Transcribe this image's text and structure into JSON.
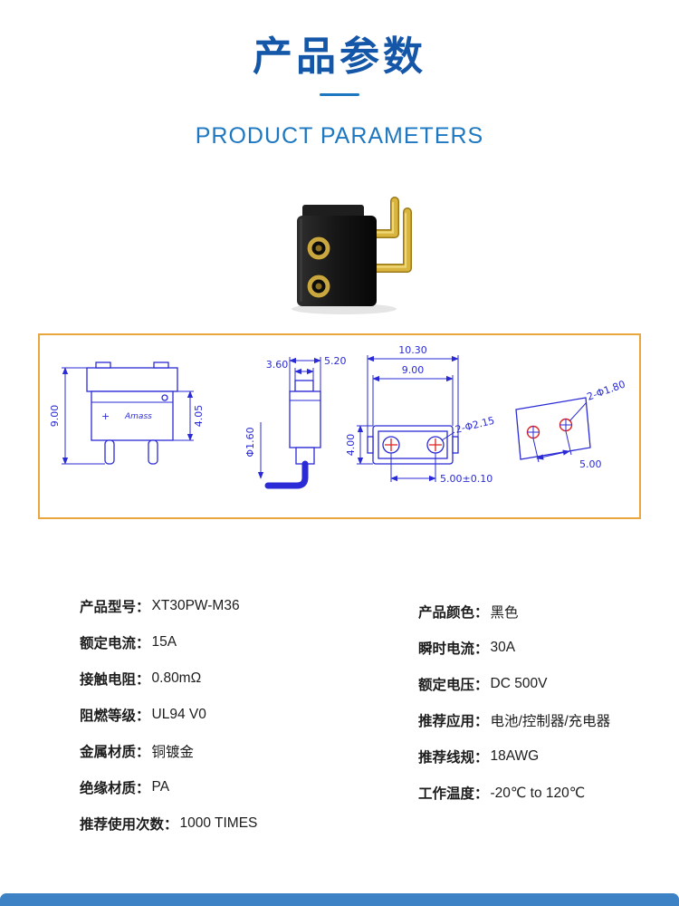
{
  "page": {
    "title": "产品参数",
    "subtitle": "PRODUCT PARAMETERS"
  },
  "drawing": {
    "brand": "Amass",
    "polarity": "+",
    "dims": {
      "front_height": "9.00",
      "front_body_height": "4.05",
      "side_top_width": "3.60",
      "side_body_width": "5.20",
      "pin_diameter": "Φ1.60",
      "top_total_width": "10.30",
      "top_inner_width": "9.00",
      "holes_spec": "2-Φ2.15",
      "top_depth": "4.00",
      "hole_pitch": "5.00±0.10",
      "pad_spec": "2-Φ1.80",
      "pad_pitch": "5.00"
    }
  },
  "specs": {
    "left": [
      {
        "label": "产品型号：",
        "value": "XT30PW-M36"
      },
      {
        "label": "额定电流：",
        "value": "15A"
      },
      {
        "label": "接触电阻：",
        "value": "0.80mΩ"
      },
      {
        "label": "阻燃等级：",
        "value": "UL94 V0"
      },
      {
        "label": "金属材质：",
        "value": "铜镀金"
      },
      {
        "label": "绝缘材质：",
        "value": "PA"
      },
      {
        "label": "推荐使用次数：",
        "value": "1000 TIMES"
      }
    ],
    "right": [
      {
        "label": "产品颜色：",
        "value": "黑色"
      },
      {
        "label": "瞬时电流：",
        "value": "30A"
      },
      {
        "label": "额定电压：",
        "value": "DC 500V"
      },
      {
        "label": "推荐应用：",
        "value": "电池/控制器/充电器"
      },
      {
        "label": "推荐线规：",
        "value": "18AWG"
      },
      {
        "label": "工作温度：",
        "value": "-20℃ to 120℃"
      }
    ]
  },
  "colors": {
    "title_blue": "#1456a8",
    "subtitle_blue": "#1d78c1",
    "box_orange": "#e9a63c",
    "line_blue": "#2a2ad6",
    "line_red": "#dd2222",
    "footer_blue": "#3d82c4",
    "gold": "#d9b43e",
    "body_black": "#151515"
  }
}
